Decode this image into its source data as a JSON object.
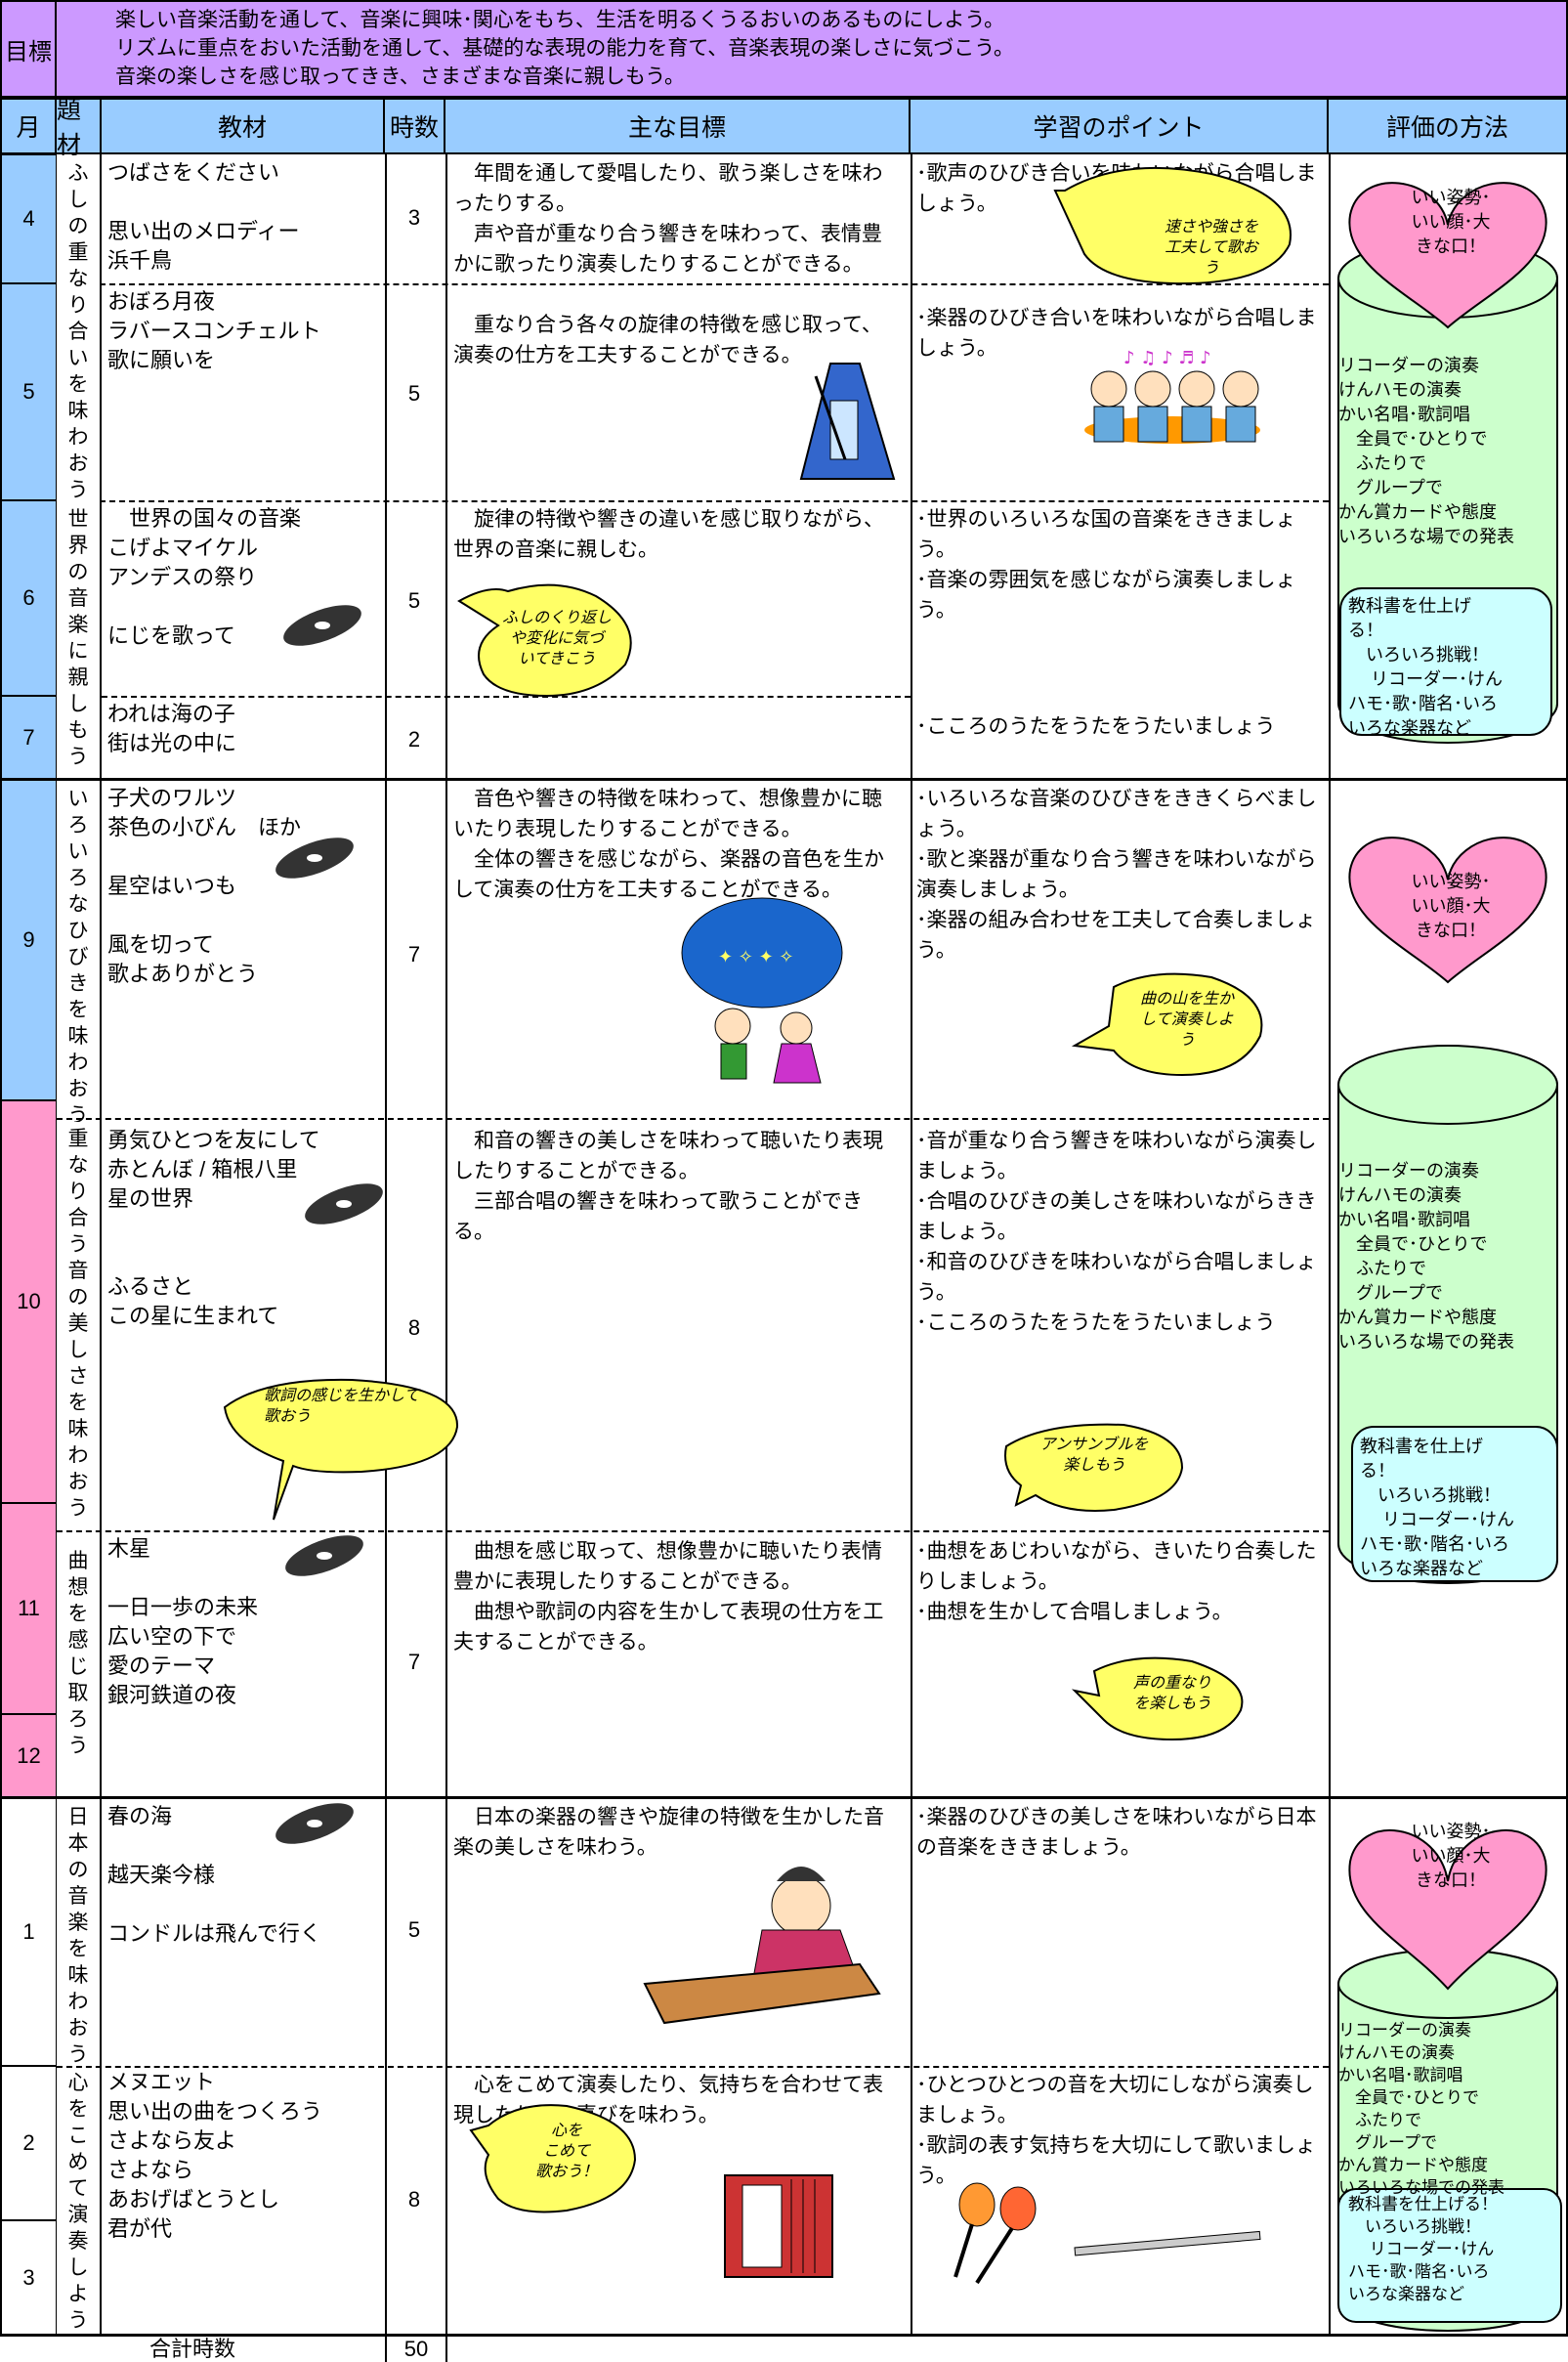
{
  "goals": {
    "label": "目標",
    "lines": [
      "楽しい音楽活動を通して、音楽に興味･関心をもち、生活を明るくうるおいのあるものにしよう。",
      "リズムに重点をおいた活動を通して、基礎的な表現の能力を育て、音楽表現の楽しさに気づこう。",
      "音楽の楽しさを感じ取ってきき、さまざまな音楽に親しもう。"
    ]
  },
  "headers": {
    "month": "月",
    "theme": "題材",
    "material": "教材",
    "hours": "時数",
    "objective": "主な目標",
    "points": "学習のポイント",
    "evaluation": "評価の方法"
  },
  "months": [
    "4",
    "5",
    "6",
    "7",
    "9",
    "10",
    "11",
    "12",
    "1",
    "2",
    "3"
  ],
  "themes": [
    "ふしの重なり合いを味わおう",
    "世界の音楽に親しもう",
    "いろいろなひびきを味わおう",
    "重なり合う音の美しさを味わおう",
    "曲想を感じ取ろう",
    "日本の音楽を味わおう",
    "心をこめて演奏しよう"
  ],
  "materials": [
    "つばさをください\n\n思い出のメロディー\n浜千鳥",
    "おぼろ月夜\nラバースコンチェルト\n歌に願いを",
    "　世界の国々の音楽\nこげよマイケル\nアンデスの祭り\n\nにじを歌って",
    "われは海の子\n街は光の中に",
    "子犬のワルツ\n茶色の小びん　ほか\n\n星空はいつも\n\n風を切って\n歌よありがとう",
    "勇気ひとつを友にして\n赤とんぼ / 箱根八里\n星の世界\n\n\nふるさと\nこの星に生まれて",
    "木星\n\n一日一歩の未来\n広い空の下で\n愛のテーマ\n銀河鉄道の夜",
    "春の海\n\n越天楽今様\n\nコンドルは飛んで行く",
    "メヌエット\n思い出の曲をつくろう\nさよなら友よ\nさよなら\nあおげばとうとし\n君が代"
  ],
  "hours": [
    "3",
    "5",
    "5",
    "2",
    "7",
    "8",
    "7",
    "5",
    "8"
  ],
  "objectives": [
    "　年間を通して愛唱したり、歌う楽しさを味わったりする。\n　声や音が重なり合う響きを味わって、表情豊かに歌ったり演奏したりすることができる。\n\n　重なり合う各々の旋律の特徴を感じ取って、演奏の仕方を工夫することができる。",
    "　旋律の特徴や響きの違いを感じ取りながら、世界の音楽に親しむ。",
    "　音色や響きの特徴を味わって、想像豊かに聴いたり表現したりすることができる。\n　全体の響きを感じながら、楽器の音色を生かして演奏の仕方を工夫することができる。",
    "　和音の響きの美しさを味わって聴いたり表現したりすることができる。\n　三部合唱の響きを味わって歌うことができる。",
    "　曲想を感じ取って、想像豊かに聴いたり表情豊かに表現したりすることができる。\n　曲想や歌詞の内容を生かして表現の仕方を工夫することができる。",
    "　日本の楽器の響きや旋律の特徴を生かした音楽の美しさを味わう。",
    "　心をこめて演奏したり、気持ちを合わせて表現したりする喜びを味わう。"
  ],
  "points": [
    "･歌声のひびき合いを味わいながら合唱しましょう。",
    "･楽器のひびき合いを味わいながら合唱しましょう。",
    "･世界のいろいろな国の音楽をききましょう。\n･音楽の雰囲気を感じながら演奏しましょう。",
    "･こころのうたをうたをうたいましょう",
    "･いろいろな音楽のひびきをききくらべましょう。\n･歌と楽器が重なり合う響きを味わいながら演奏しましょう。\n･楽器の組み合わせを工夫して合奏しましょう。",
    "･音が重なり合う響きを味わいながら演奏しましょう。\n･合唱のひびきの美しさを味わいながらききましょう。\n･和音のひびきを味わいながら合唱しましょう。\n･こころのうたをうたをうたいましょう",
    "･曲想をあじわいながら、きいたり合奏したりしましょう。\n･曲想を生かして合唱しましょう。",
    "･楽器のひびきの美しさを味わいながら日本の音楽をききましょう。",
    "･ひとつひとつの音を大切にしながら演奏しましょう。\n･歌詞の表す気持ちを大切にして歌いましょう。"
  ],
  "bubbles": [
    "速さや強さを\n工夫して歌お\nう",
    "ふしのくり返し\nや変化に気づ\nいてきこう",
    "曲の山を生か\nして演奏しよ\nう",
    "歌詞の感じを生かして\n歌おう",
    "アンサンブルを\n楽しもう",
    "声の重なり\nを楽しもう",
    "心を\nこめて\n歌おう！"
  ],
  "evaluation": {
    "heart": "いい姿勢･\nいい顔･大\nきな口！",
    "methods": "リコーダーの演奏\nけんハモの演奏\nかい名唱･歌詞唱\n　全員で･ひとりで\n　ふたりで\n　グループで\nかん賞カードや態度\nいろいろな場での発表",
    "textbook": "教科書を仕上げ\nる！\n　いろいろ挑戦！\n　 リコーダー･けん\nハモ･歌･階名･いろ\nいろな楽器など",
    "textbook_last": "教科書を仕上げる！\n　いろいろ挑戦！\n　 リコーダー･けん\nハモ･歌･階名･いろ\nいろな楽器など"
  },
  "total": {
    "label": "合計時数",
    "value": "50"
  },
  "colors": {
    "goals": "#cc99ff",
    "header": "#99ccff",
    "term1": "#99ccff",
    "term2": "#ff99cc",
    "heart": "#ff99cc",
    "cylinder": "#ccffcc",
    "textbook": "#ccffff",
    "bubble": "#ffff66"
  }
}
